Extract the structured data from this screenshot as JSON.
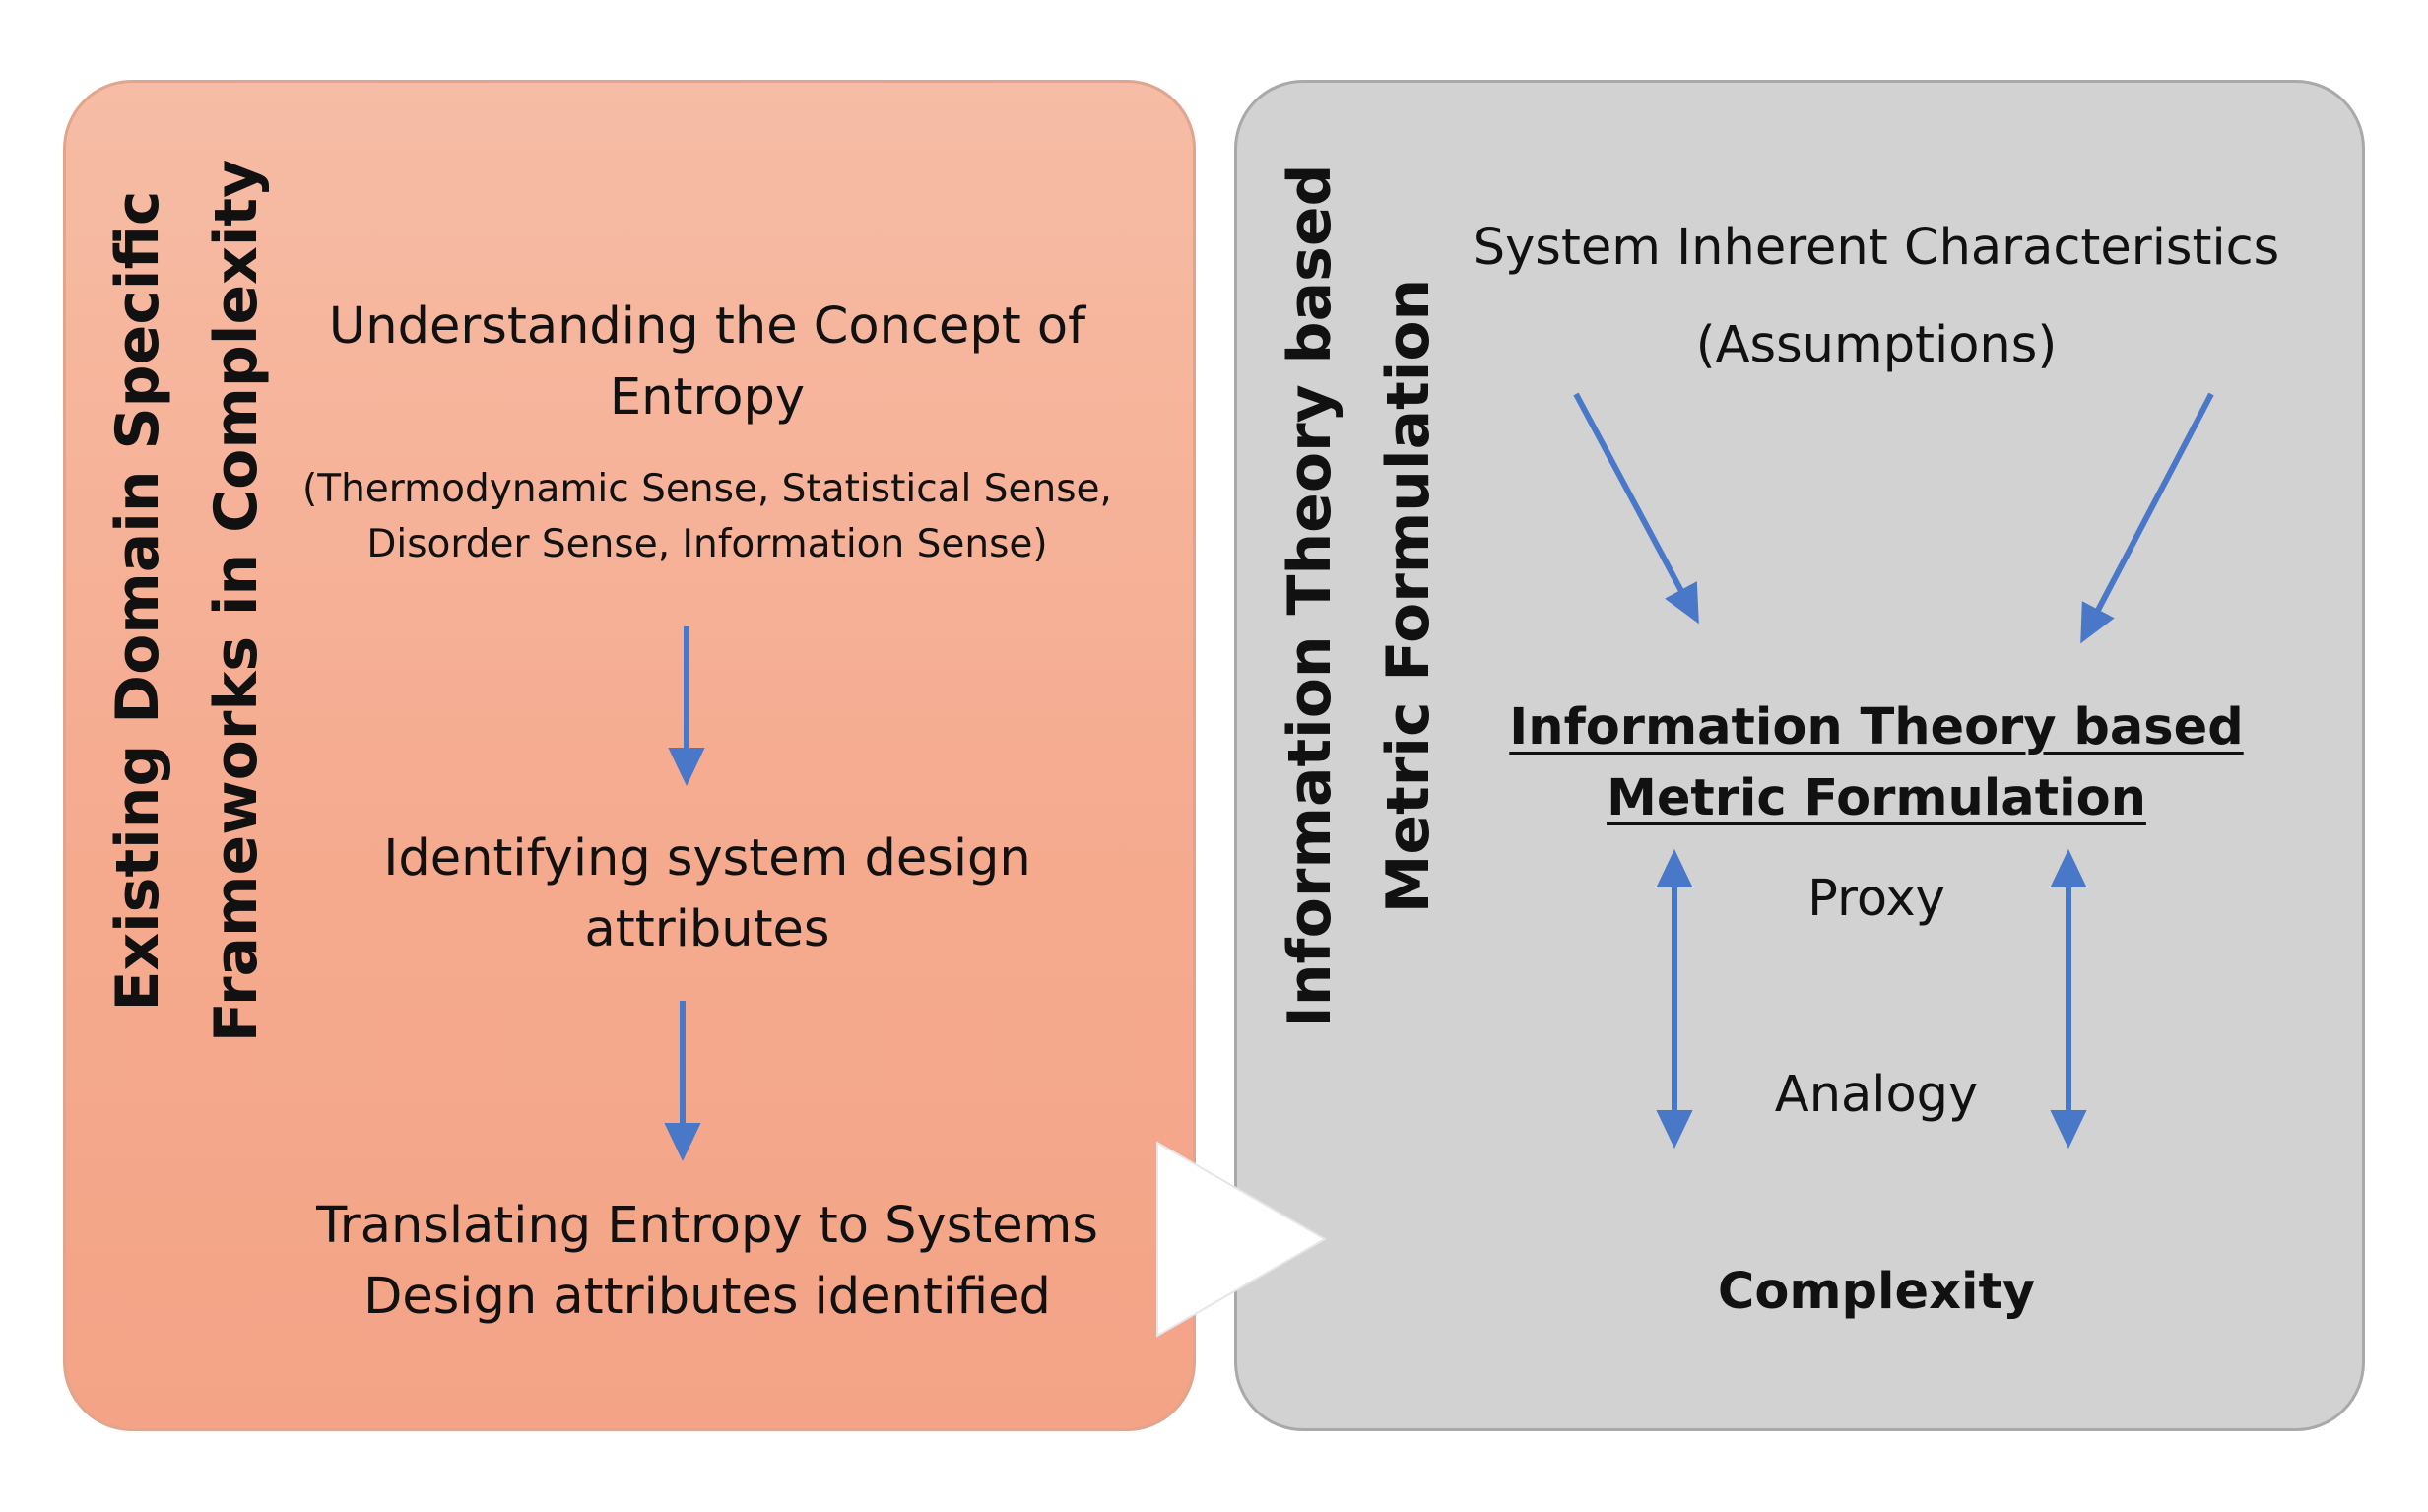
{
  "left_panel": {
    "vertical_title": {
      "line1": "Existing Domain Specific",
      "line2": "Frameworks in Complexity"
    },
    "step1": {
      "line1": "Understanding the Concept of",
      "line2": "Entropy",
      "sub_line1": "(Thermodynamic Sense, Statistical Sense,",
      "sub_line2": "Disorder Sense, Information Sense)"
    },
    "step2": {
      "line1": "Identifying system design",
      "line2": "attributes"
    },
    "step3": {
      "line1": "Translating Entropy to Systems",
      "line2": "Design attributes identified"
    }
  },
  "right_panel": {
    "vertical_title": {
      "line1": "Information Theory based",
      "line2": "Metric Formulation"
    },
    "inherent": {
      "line1": "System Inherent Characteristics",
      "line2": "(Assumptions)"
    },
    "metric": {
      "line1": "Information Theory based",
      "line2": "Metric Formulation"
    },
    "proxy": "Proxy",
    "analogy": "Analogy",
    "complexity": "Complexity"
  },
  "colors": {
    "left_panel_fill": "#f5ab8f",
    "right_panel_fill": "#d2d2d2",
    "arrow": "#4a78c8",
    "connector": "#ffffff"
  }
}
